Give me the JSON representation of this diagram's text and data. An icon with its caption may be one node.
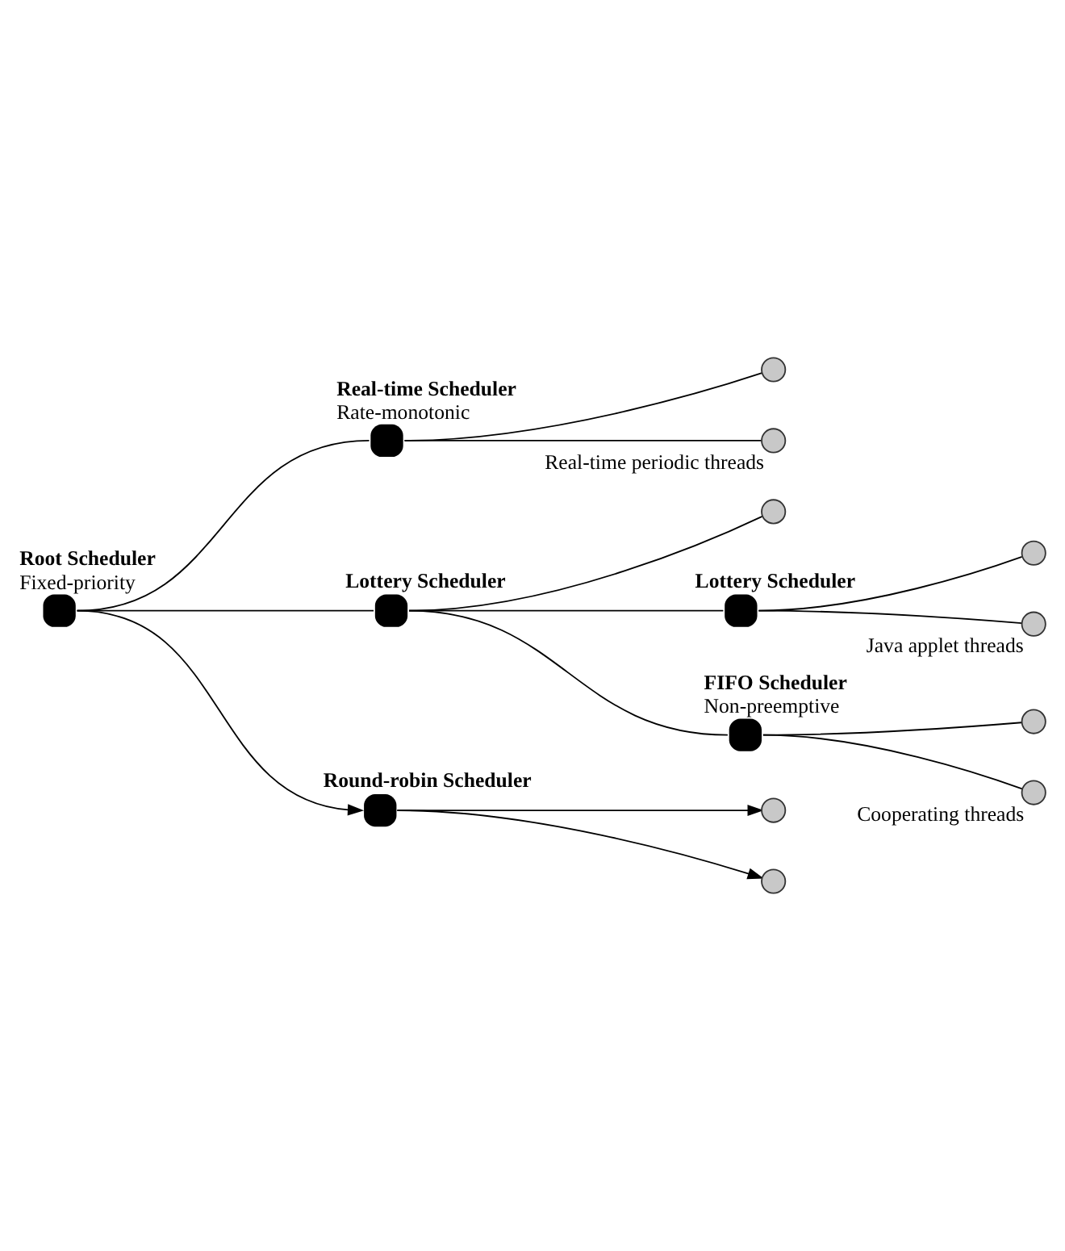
{
  "diagram": {
    "nodes": [
      {
        "text": [
          "Root Scheduler",
          "Fixed-priority"
        ]
      },
      {
        "text": [
          "Real-time Scheduler",
          "Rate-monotonic"
        ]
      },
      {
        "text": [],
        "shape": "circle"
      },
      {
        "text": [],
        "shape": "circle"
      },
      {
        "text": [
          "Lottery Scheduler"
        ]
      },
      {
        "text": [],
        "shape": "circle"
      },
      {
        "text": [
          "Lottery Scheduler"
        ]
      },
      {
        "text": [],
        "shape": "circle"
      },
      {
        "text": [],
        "shape": "circle"
      },
      {
        "text": [
          "Round-robin Scheduler"
        ]
      },
      {
        "text": [
          "FIFO Scheduler",
          "Non-preemptive"
        ]
      },
      {
        "text": [],
        "shape": "circle"
      },
      {
        "text": [],
        "shape": "circle"
      },
      {
        "text": [],
        "shape": "circle"
      },
      {
        "text": [],
        "shape": "circle"
      }
    ],
    "edges": [
      {
        "from": 0,
        "to": 1,
        "arrow": "none"
      },
      {
        "from": 1,
        "to": 2,
        "arrow": "none"
      },
      {
        "from": 1,
        "to": 3,
        "arrow": "none"
      },
      {
        "from": 0,
        "to": 4,
        "arrow": "none"
      },
      {
        "from": 4,
        "to": 5,
        "arrow": "none"
      },
      {
        "from": 4,
        "to": 6,
        "arrow": "none"
      },
      {
        "from": 6,
        "to": 7,
        "arrow": "none"
      },
      {
        "from": 6,
        "to": 8,
        "arrow": "none"
      },
      {
        "from": 0,
        "to": 9,
        "arrow": "to"
      },
      {
        "from": 4,
        "to": 10,
        "arrow": "none"
      },
      {
        "from": 10,
        "to": 11,
        "arrow": "none"
      },
      {
        "from": 10,
        "to": 12,
        "arrow": "none"
      },
      {
        "from": 9,
        "to": 13,
        "arrow": "to"
      },
      {
        "from": 9,
        "to": 14,
        "arrow": "to"
      }
    ],
    "labels": [
      "Real-time periodic threads",
      "Java applet threads",
      "Cooperating threads"
    ]
  }
}
